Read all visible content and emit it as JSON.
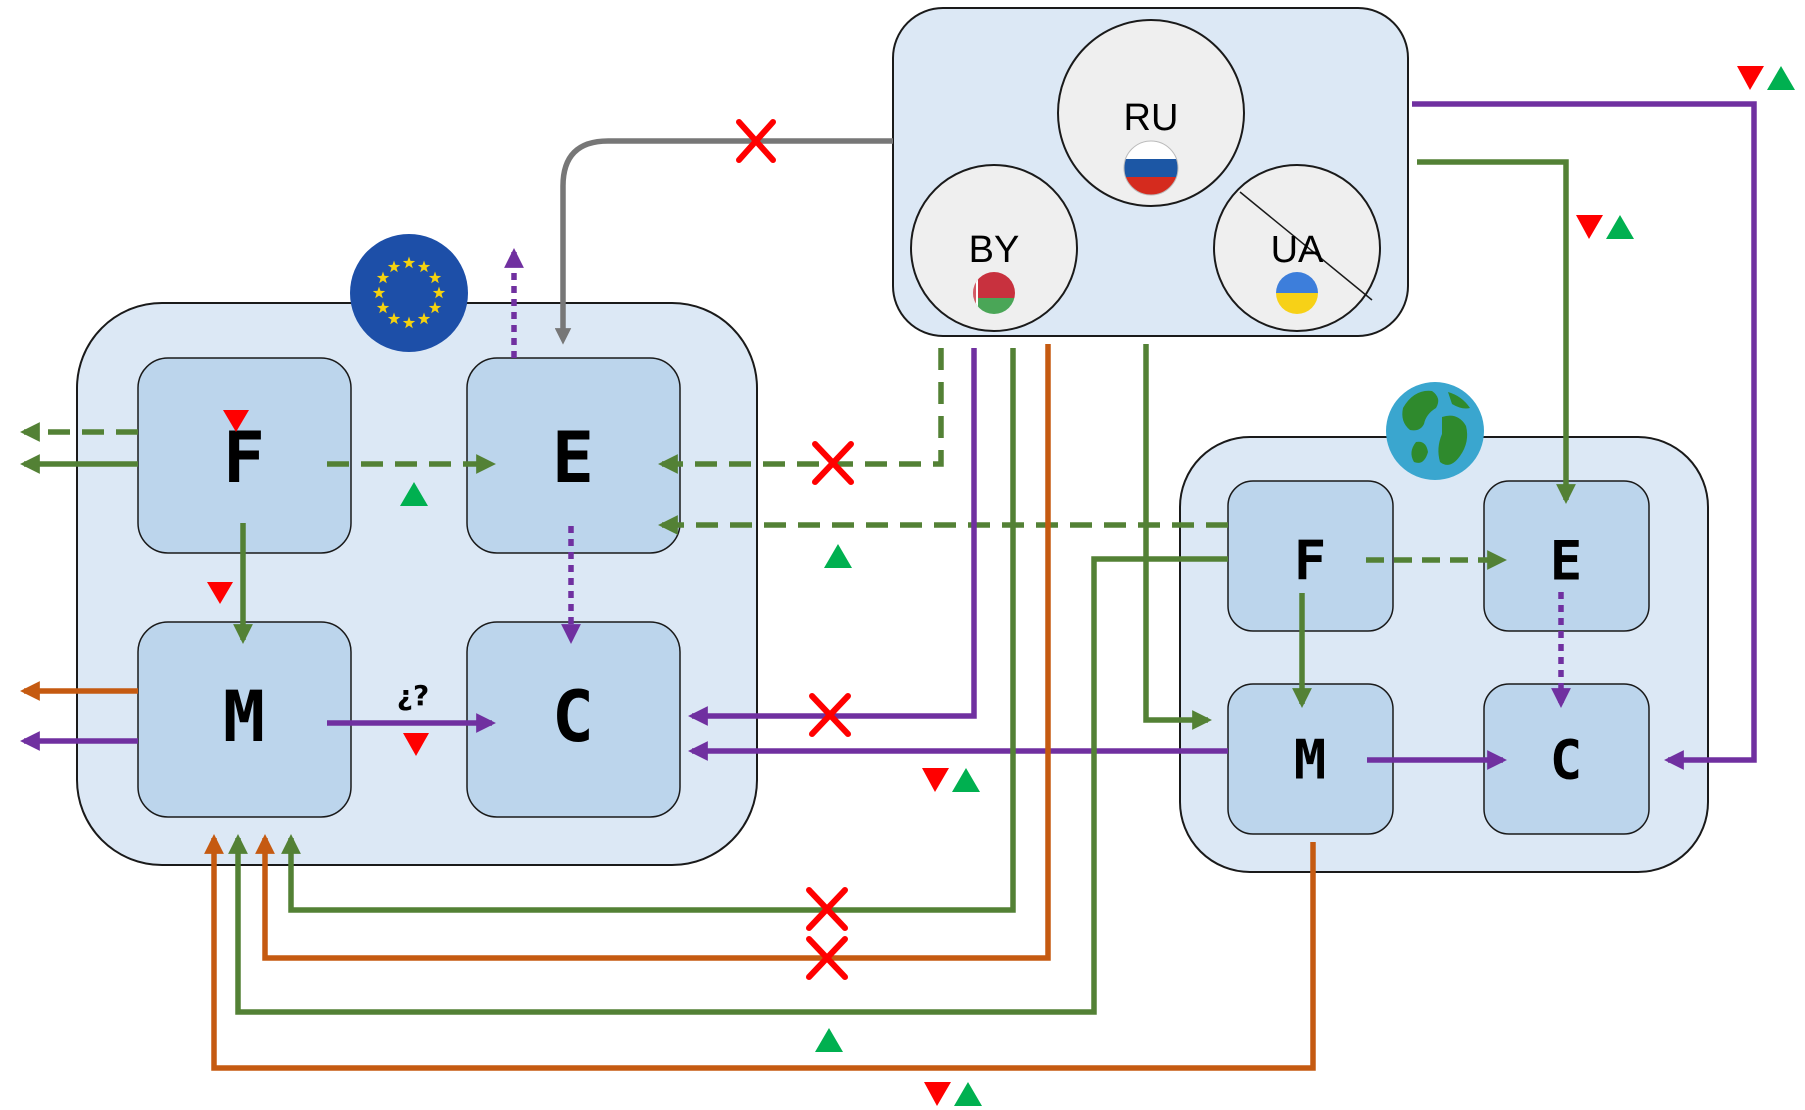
{
  "colors": {
    "green": "#538135",
    "purple": "#7030a0",
    "orange": "#c55a11",
    "gray": "#777777",
    "red": "#ff0000",
    "up_green": "#00b050",
    "region_fill": "#dce8f5",
    "box_fill": "#bcd5ec"
  },
  "icons": {
    "eu": "eu-flag-icon",
    "world": "globe-icon",
    "russia": "russia-flag-icon",
    "belarus": "belarus-flag-icon",
    "ukraine": "ukraine-flag-icon"
  },
  "eu_block": {
    "boxes": {
      "f": "F",
      "e": "E",
      "m": "M",
      "c": "C"
    },
    "m_to_c_label": "¿?"
  },
  "world_block": {
    "boxes": {
      "f": "F",
      "e": "E",
      "m": "M",
      "c": "C"
    }
  },
  "countries": {
    "ru": "RU",
    "by": "BY",
    "ua": "UA"
  },
  "legend": {
    "flow_types": [
      "green solid",
      "green dashed",
      "purple solid",
      "purple dotted",
      "orange solid",
      "gray thick"
    ],
    "markers": [
      "down-triangle (decrease)",
      "up-triangle (increase)",
      "x (cut)"
    ]
  }
}
